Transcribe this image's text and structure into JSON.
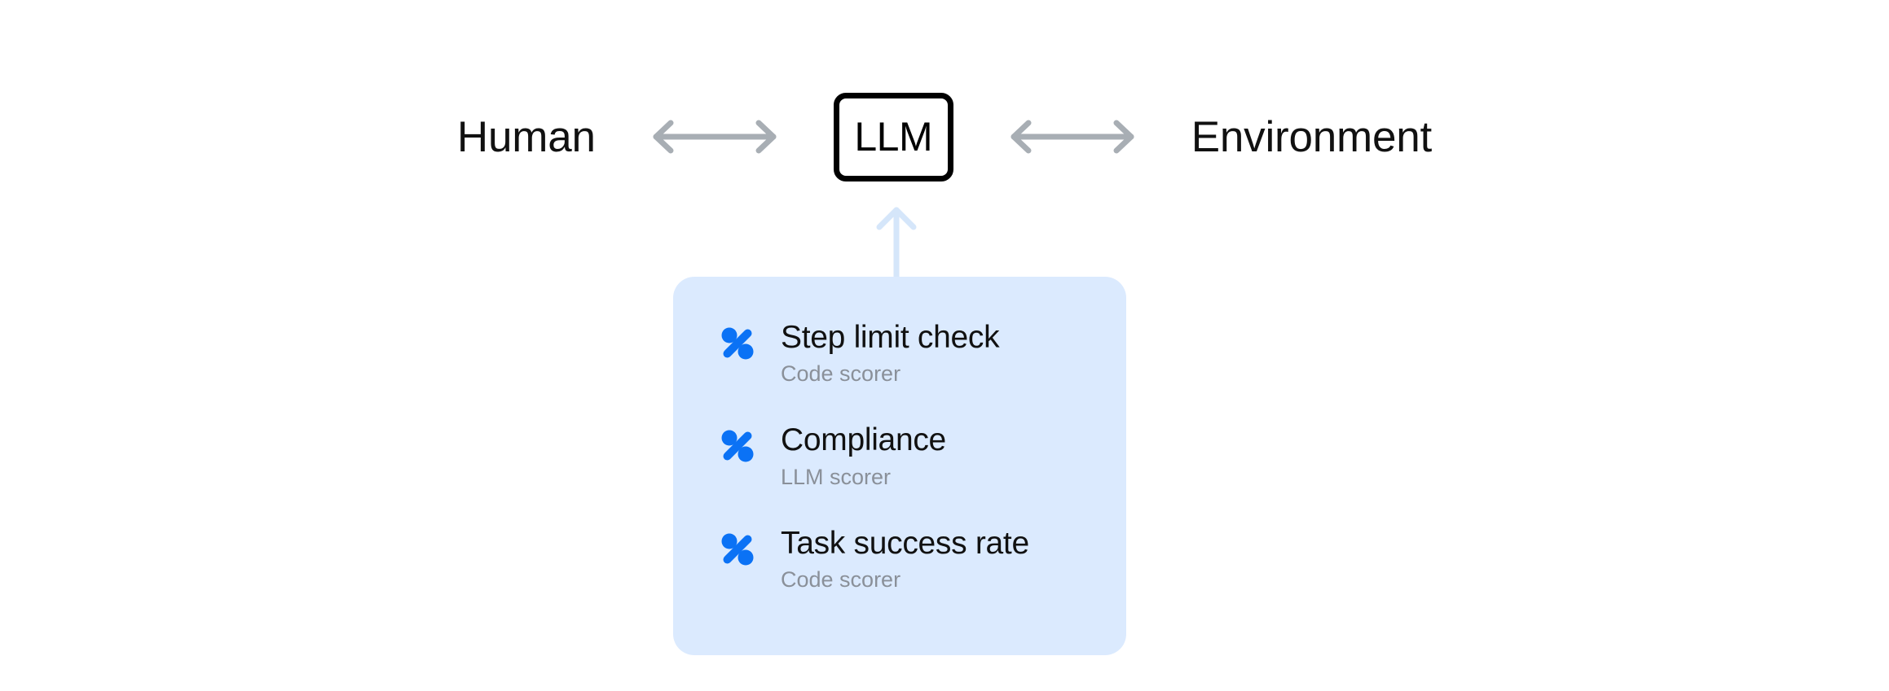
{
  "diagram": {
    "left_endpoint": {
      "label": "Human"
    },
    "center_node": {
      "label": "LLM"
    },
    "right_endpoint": {
      "label": "Environment"
    },
    "connectors": [
      {
        "name": "human-llm-arrow",
        "style": "double-headed",
        "color": "#a8aeb4"
      },
      {
        "name": "llm-environment-arrow",
        "style": "double-headed",
        "color": "#a8aeb4"
      },
      {
        "name": "scorers-llm-arrow",
        "style": "single-headed-up",
        "color": "#d5e6fa"
      }
    ]
  },
  "scorer_panel": {
    "background_color": "#dbeafe",
    "icon_color": "#0b72f5",
    "subtitle_color": "#8a9099",
    "items": [
      {
        "icon": "percent-icon",
        "title": "Step limit check",
        "subtitle": "Code scorer"
      },
      {
        "icon": "percent-icon",
        "title": "Compliance",
        "subtitle": "LLM scorer"
      },
      {
        "icon": "percent-icon",
        "title": "Task success rate",
        "subtitle": "Code scorer"
      }
    ]
  }
}
